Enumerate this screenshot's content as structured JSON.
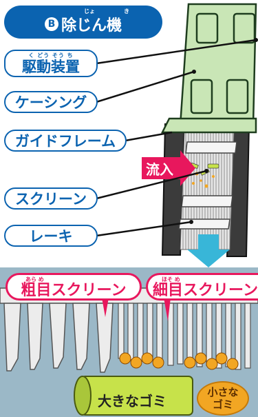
{
  "title": {
    "badge": "B",
    "text": "除じん機",
    "ruby_jo": "じょ",
    "ruby_ki": "き"
  },
  "labels": {
    "drive": {
      "text": "駆動装置",
      "ruby": "く どう そう ち"
    },
    "casing": {
      "text": "ケーシング"
    },
    "guide_frame": {
      "text": "ガイドフレーム"
    },
    "screen": {
      "text": "スクリーン"
    },
    "rake": {
      "text": "レーキ"
    },
    "inflow": {
      "text": "流入"
    }
  },
  "bottom": {
    "coarse_screen": {
      "text": "粗目スクリーン",
      "ruby": "あら め"
    },
    "fine_screen": {
      "text": "細目スクリーン",
      "ruby": "ほそ め"
    },
    "big_trash": "大きなゴミ",
    "small_trash_line1": "小さな",
    "small_trash_line2": "ゴミ"
  },
  "colors": {
    "title_blue": "#0b63b0",
    "casing_green": "#c9e6b6",
    "accent_pink": "#e8175d",
    "arrow_cyan": "#38b6d8",
    "panel_bg": "#9bb8c7",
    "trash_green": "#c7e24a",
    "trash_orange": "#f2a623"
  }
}
